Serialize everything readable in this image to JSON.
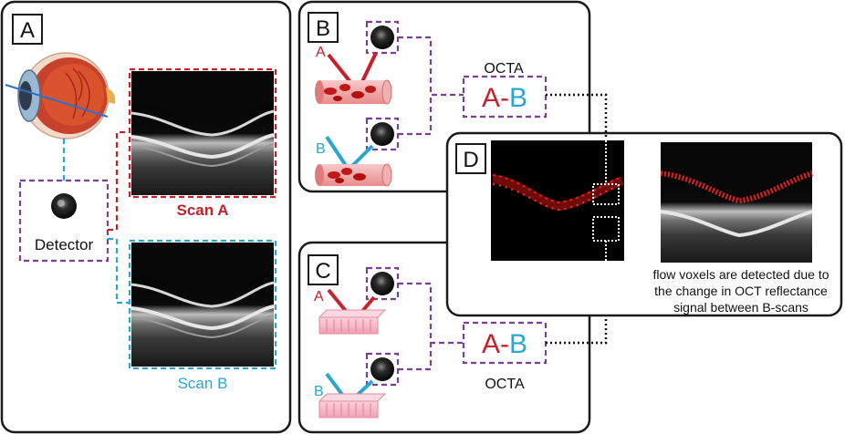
{
  "panels": {
    "a": {
      "letter": "A",
      "detector_label": "Detector",
      "scan_a_label": "Scan A",
      "scan_b_label": "Scan B"
    },
    "b": {
      "letter": "B",
      "beam_a": "A",
      "beam_b": "B",
      "octa_label": "OCTA",
      "diff_a": "A",
      "diff_sep": "-",
      "diff_b": "B"
    },
    "c": {
      "letter": "C",
      "beam_a": "A",
      "beam_b": "B",
      "octa_label": "OCTA",
      "diff_a": "A",
      "diff_sep": "-",
      "diff_b": "B"
    },
    "d": {
      "letter": "D",
      "caption": [
        "flow voxels are detected due to",
        "the change in OCT reflectance",
        "signal between B-scans"
      ]
    }
  },
  "colors": {
    "scan_a": "#c8202a",
    "scan_b": "#2aa6cf",
    "detector_box": "#7a3f96",
    "blood": "#e04a4a",
    "tissue": "#f4b6c2"
  },
  "icons": [
    "eye-icon",
    "camera-icon",
    "blood-vessel-icon",
    "tissue-icon"
  ]
}
